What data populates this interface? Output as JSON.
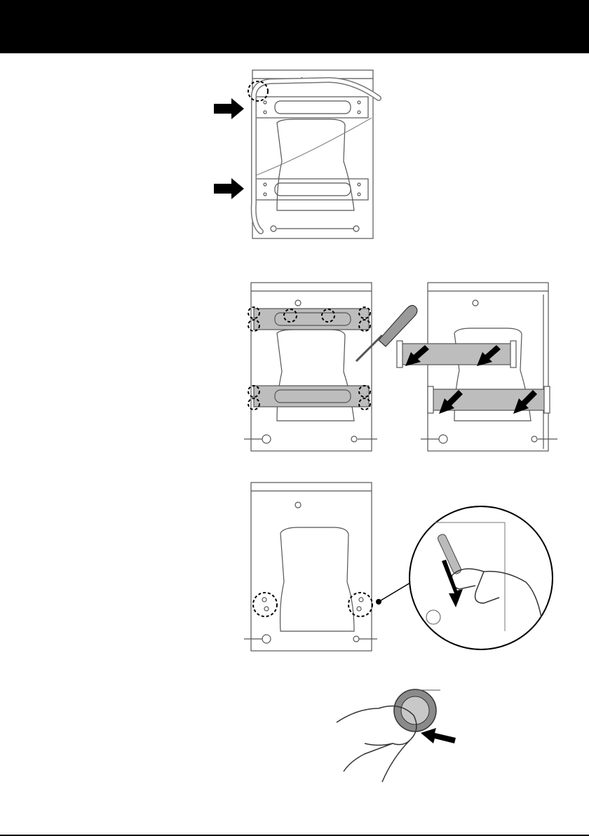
{
  "header": {
    "bar_color": "#000000"
  },
  "figures": [
    {
      "icon": "drain-hose-clips-figure"
    },
    {
      "icon": "transit-bolt-removal-figure"
    },
    {
      "icon": "bracket-removal-figure"
    },
    {
      "icon": "spacer-removal-figure"
    },
    {
      "icon": "cap-insertion-figure"
    }
  ],
  "colors": {
    "line": "#555555",
    "bracket": "#bdbdbd",
    "arrow": "#000000",
    "cap": "#8a8a8a"
  }
}
